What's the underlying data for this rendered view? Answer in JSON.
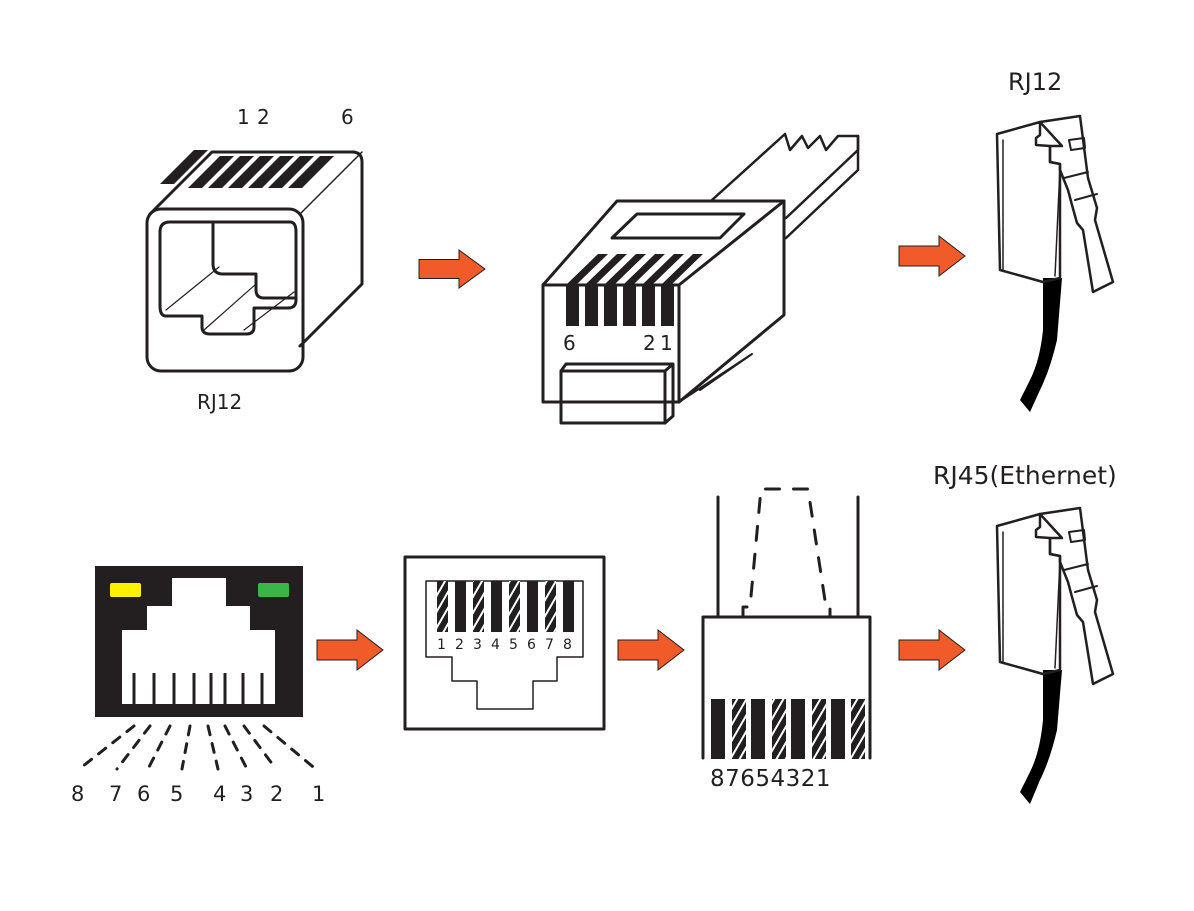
{
  "title": "RJ12 and RJ45 connector pinout diagram",
  "colors": {
    "ink": "#231f20",
    "arrow": "#f15a29",
    "led_left": "#fff200",
    "led_right": "#39b54a",
    "background": "#ffffff"
  },
  "rows": [
    {
      "name": "RJ12",
      "jack_label": "RJ12",
      "jack_pin_labels": {
        "first": "1",
        "second": "2",
        "last": "6"
      },
      "plug_pin_labels": {
        "left": "6",
        "right_a": "2",
        "right_b": "1"
      },
      "plug_pin_count": 6,
      "cable_title": "RJ12"
    },
    {
      "name": "RJ45",
      "port_pin_labels": [
        "8",
        "7",
        "6",
        "5",
        "4",
        "3",
        "2",
        "1"
      ],
      "jack_front_pin_labels": [
        "1",
        "2",
        "3",
        "4",
        "5",
        "6",
        "7",
        "8"
      ],
      "plug_pin_labels_text": "87654321",
      "cable_title": "RJ45(Ethernet)"
    }
  ],
  "arrows": [
    {
      "icon": "right-arrow-icon"
    },
    {
      "icon": "right-arrow-icon"
    },
    {
      "icon": "right-arrow-icon"
    },
    {
      "icon": "right-arrow-icon"
    },
    {
      "icon": "right-arrow-icon"
    }
  ]
}
